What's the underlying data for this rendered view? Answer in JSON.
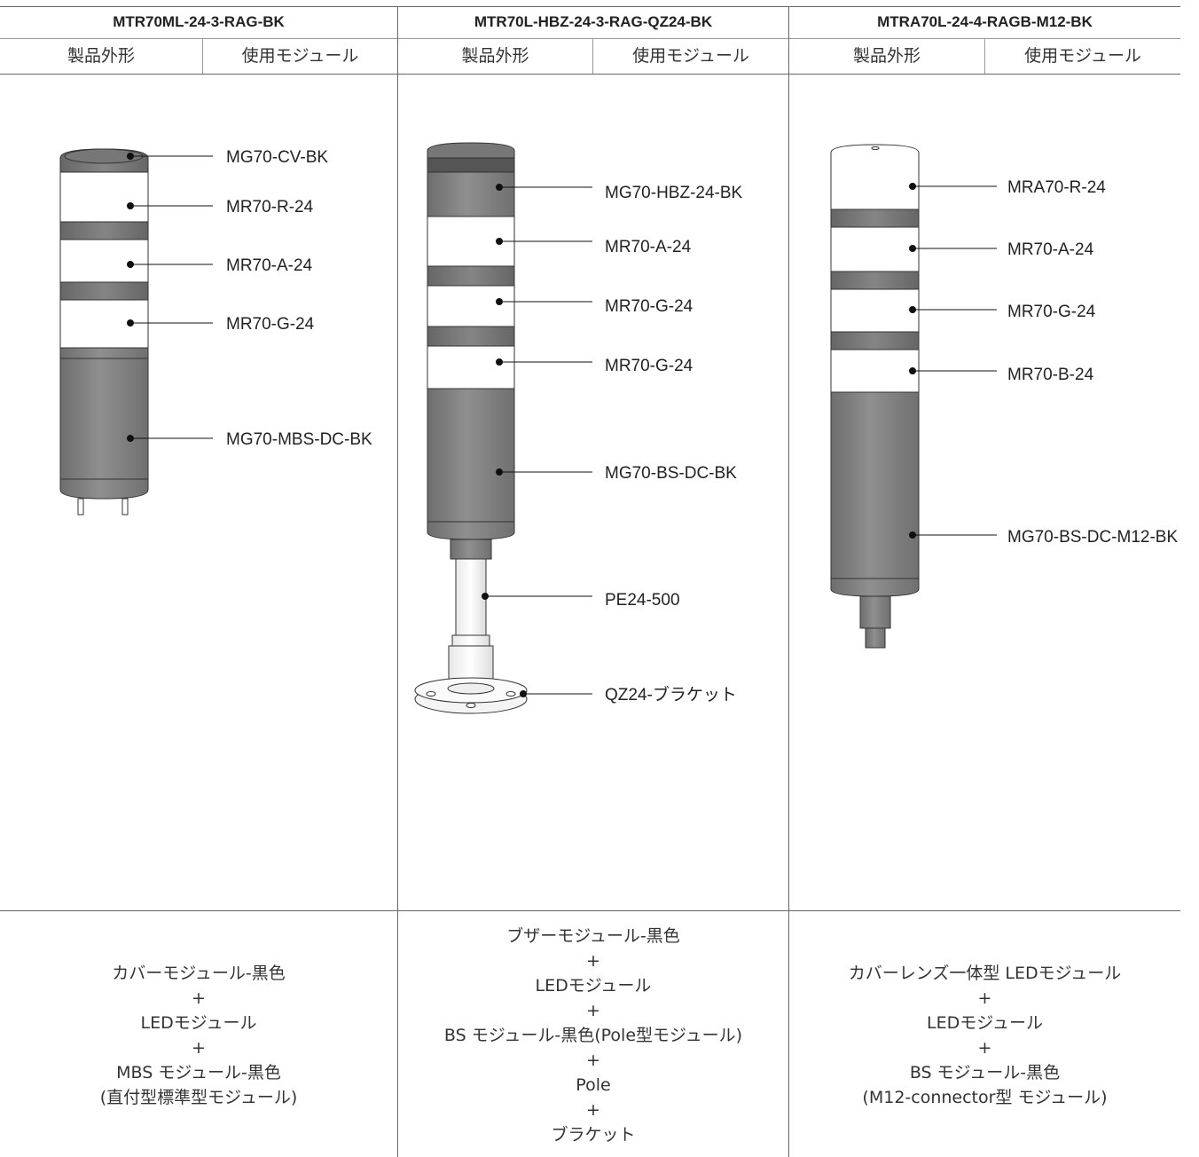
{
  "columns": [
    {
      "model": "MTR70ML-24-3-RAG-BK",
      "sub_headers": [
        "製品外形",
        "使用モジュール"
      ],
      "parts": [
        "MG70-CV-BK",
        "MR70-R-24",
        "MR70-A-24",
        "MR70-G-24",
        "MG70-MBS-DC-BK"
      ],
      "description": [
        "カバーモジュール-黒色",
        "+",
        "LEDモジュール",
        "+",
        "MBS モジュール-黒色",
        "(直付型標準型モジュール)"
      ]
    },
    {
      "model": "MTR70L-HBZ-24-3-RAG-QZ24-BK",
      "sub_headers": [
        "製品外形",
        "使用モジュール"
      ],
      "parts": [
        "MG70-HBZ-24-BK",
        "MR70-A-24",
        "MR70-G-24",
        "MR70-G-24",
        "MG70-BS-DC-BK",
        "PE24-500",
        "QZ24-ブラケット"
      ],
      "description": [
        "ブザーモジュール-黒色",
        "+",
        "LEDモジュール",
        "+",
        "BS モジュール-黒色(Pole型モジュール)",
        "+",
        "Pole",
        "+",
        "ブラケット"
      ]
    },
    {
      "model": "MTRA70L-24-4-RAGB-M12-BK",
      "sub_headers": [
        "製品外形",
        "使用モジュール"
      ],
      "parts": [
        "MRA70-R-24",
        "MR70-A-24",
        "MR70-G-24",
        "MR70-B-24",
        "MG70-BS-DC-M12-BK"
      ],
      "description": [
        "カバーレンズ一体型 LEDモジュール",
        "+",
        "LEDモジュール",
        "+",
        "BS モジュール-黒色",
        "(M12-connector型 モジュール)"
      ]
    }
  ],
  "colors": {
    "module_gray": "#8a8a8a",
    "band_gray": "#7c7c7c",
    "lens_white": "#ffffff",
    "outline": "#333333",
    "rule": "#666666"
  }
}
